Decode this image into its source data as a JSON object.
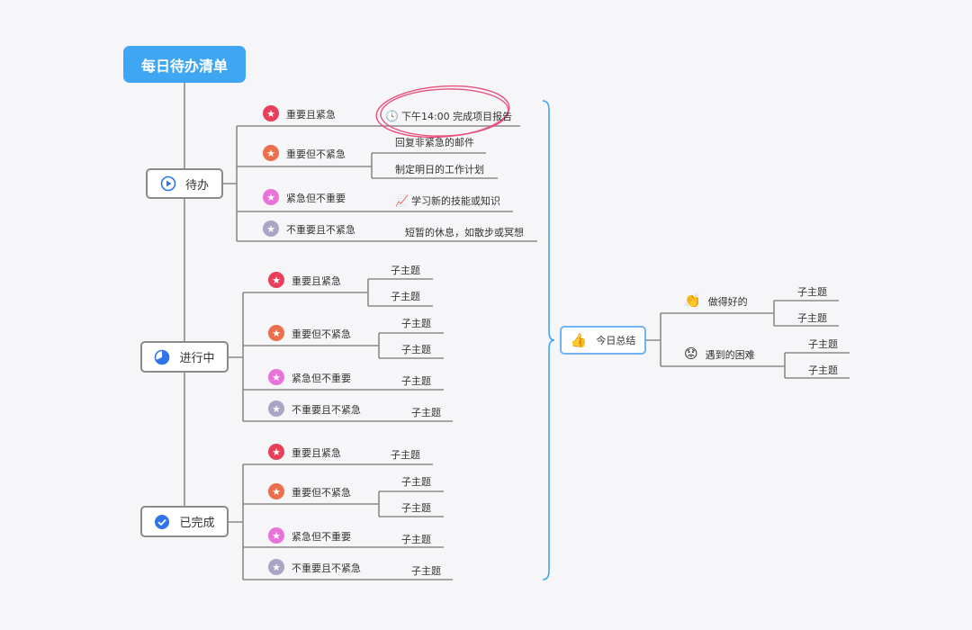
{
  "title": "每日待办清单",
  "sections": [
    {
      "name": "待办",
      "icon": "play-icon",
      "items": [
        {
          "priority": "重要且紧急",
          "color": "#e8405a",
          "subs": [
            "下午14:00 完成项目报告"
          ]
        },
        {
          "priority": "重要但不紧急",
          "color": "#ec6f4b",
          "subs": [
            "回复非紧急的邮件",
            "制定明日的工作计划"
          ]
        },
        {
          "priority": "紧急但不重要",
          "color": "#e972d9",
          "subs": [
            "学习新的技能或知识"
          ]
        },
        {
          "priority": "不重要且不紧急",
          "color": "#a8a6c4",
          "subs": [
            "短暂的休息，如散步或冥想"
          ]
        }
      ]
    },
    {
      "name": "进行中",
      "icon": "pie-progress-icon",
      "items": [
        {
          "priority": "重要且紧急",
          "color": "#e8405a",
          "subs": [
            "子主题",
            "子主题"
          ]
        },
        {
          "priority": "重要但不紧急",
          "color": "#ec6f4b",
          "subs": [
            "子主题",
            "子主题"
          ]
        },
        {
          "priority": "紧急但不重要",
          "color": "#e972d9",
          "subs": [
            "子主题"
          ]
        },
        {
          "priority": "不重要且不紧急",
          "color": "#a8a6c4",
          "subs": [
            "子主题"
          ]
        }
      ]
    },
    {
      "name": "已完成",
      "icon": "check-circle-icon",
      "items": [
        {
          "priority": "重要且紧急",
          "color": "#e8405a",
          "subs": [
            "子主题"
          ]
        },
        {
          "priority": "重要但不紧急",
          "color": "#ec6f4b",
          "subs": [
            "子主题",
            "子主题"
          ]
        },
        {
          "priority": "紧急但不重要",
          "color": "#e972d9",
          "subs": [
            "子主题"
          ]
        },
        {
          "priority": "不重要且不紧急",
          "color": "#a8a6c4",
          "subs": [
            "子主题"
          ]
        }
      ]
    }
  ],
  "summary": {
    "name": "今日总结",
    "icon": "thumbs-up-icon",
    "items": [
      {
        "label": "做得好的",
        "icon": "clap-icon",
        "subs": [
          "子主题",
          "子主题"
        ]
      },
      {
        "label": "遇到的困难",
        "icon": "worried-face-icon",
        "subs": [
          "子主题",
          "子主题"
        ]
      }
    ]
  },
  "annotations": {
    "highlight_color": "#e8507a",
    "clock_icon": "clock-icon",
    "chart_icon": "chart-icon"
  }
}
